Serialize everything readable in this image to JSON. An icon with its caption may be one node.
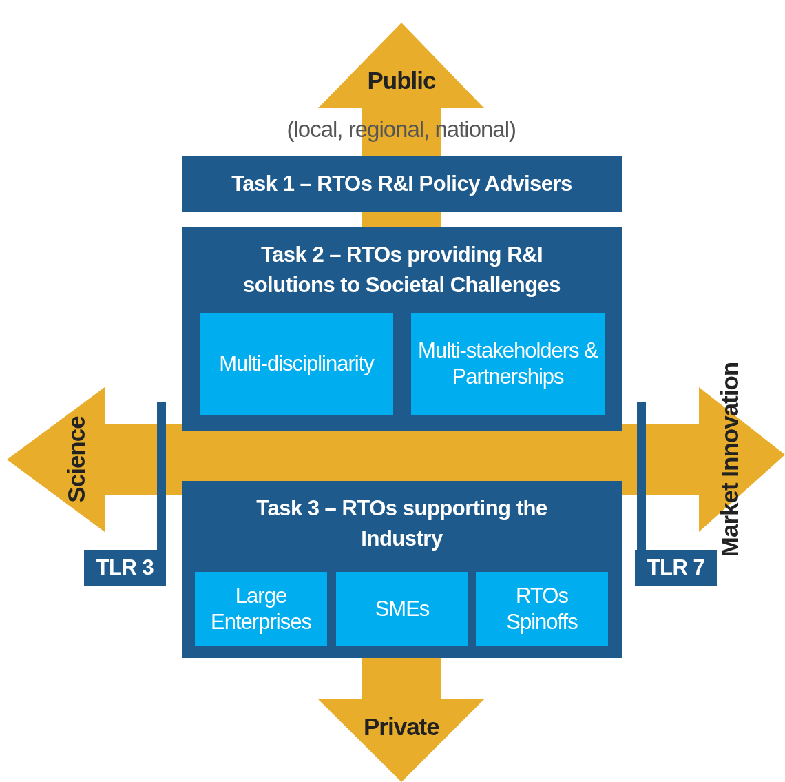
{
  "diagram": {
    "nodes": [
      {
        "text": [
          "Task 1 – RTOs R&I Policy Advisers"
        ]
      },
      {
        "text": [
          "Task 2 – RTOs providing R&I solutions to Societal Challenges"
        ]
      },
      {
        "text": [
          "Multi-disciplinarity"
        ],
        "in": 1
      },
      {
        "text": [
          "Multi-stakeholders & Partnerships"
        ],
        "in": 1
      },
      {
        "text": [
          "Task 3 – RTOs supporting the Industry"
        ]
      },
      {
        "text": [
          "Large Enterprises"
        ],
        "in": 4
      },
      {
        "text": [
          "SMEs"
        ],
        "in": 4
      },
      {
        "text": [
          "RTOs Spinoffs"
        ],
        "in": 4
      },
      {
        "text": [
          "TLR 3"
        ]
      },
      {
        "text": [
          "TLR 7"
        ]
      }
    ],
    "labels": [
      "Public",
      "(local, regional, national)",
      "Science",
      "Market Innovation",
      "Private"
    ]
  }
}
